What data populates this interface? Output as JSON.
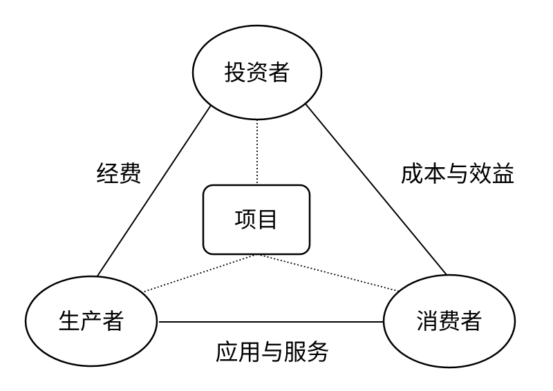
{
  "colors": {
    "stroke": "#000000",
    "background": "#ffffff"
  },
  "nodes": {
    "investor": "投资者",
    "project": "项目",
    "producer": "生产者",
    "consumer": "消费者"
  },
  "edges": {
    "investor_producer": "经费",
    "investor_consumer": "成本与效益",
    "producer_consumer": "应用与服务"
  }
}
